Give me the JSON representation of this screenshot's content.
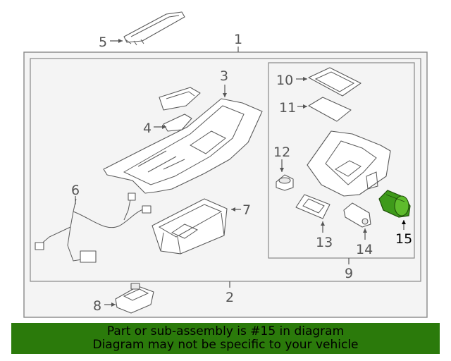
{
  "callouts": {
    "c1": "1",
    "c2": "2",
    "c3": "3",
    "c4": "4",
    "c5": "5",
    "c6": "6",
    "c7": "7",
    "c8": "8",
    "c9": "9",
    "c10": "10",
    "c11": "11",
    "c12": "12",
    "c13": "13",
    "c14": "14",
    "c15": "15"
  },
  "highlight": {
    "part_number": "15",
    "color": "#3e9a1a"
  },
  "banner": {
    "line1": "Part or sub-assembly is #15 in diagram",
    "line2": "Diagram may not be specific to your vehicle",
    "color": "#2b7a0b"
  }
}
